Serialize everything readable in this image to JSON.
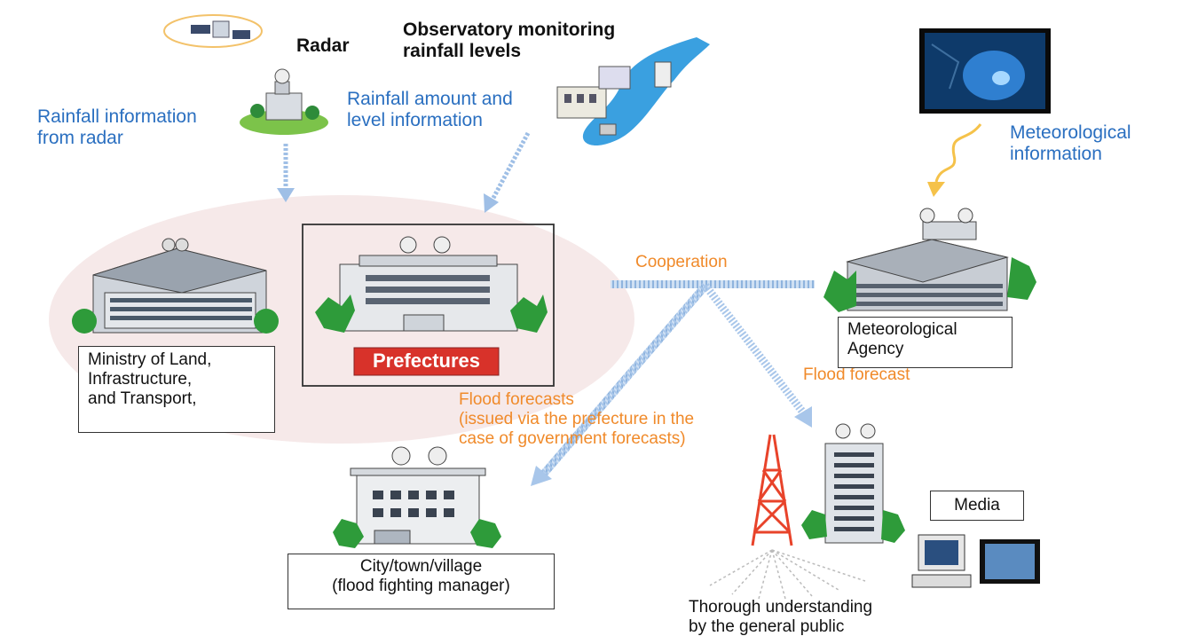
{
  "labels": {
    "radar": "Radar",
    "observatory": [
      "Observatory monitoring",
      "rainfall levels"
    ],
    "rain_radar": [
      "Rainfall information",
      "from radar"
    ],
    "rain_amount": [
      "Rainfall amount and",
      "level information"
    ],
    "meteo_info": [
      "Meteorological",
      "information"
    ],
    "cooperation": "Cooperation",
    "flood_forecast": "Flood forecast",
    "flood_forecasts": [
      "Flood forecasts",
      "(issued via the prefecture in the",
      "case of government forecasts)"
    ],
    "prefectures": "Prefectures",
    "ministry": [
      "Ministry of Land,",
      "Infrastructure,",
      "and Transport,"
    ],
    "met_agency": [
      "Meteorological",
      "Agency"
    ],
    "city": [
      "City/town/village",
      "(flood fighting manager)"
    ],
    "media": "Media",
    "public": [
      "Thorough understanding",
      "by the general public"
    ]
  },
  "colors": {
    "blue_text": "#2a6fc0",
    "orange_text": "#f08a2a",
    "prefecture_red": "#d8322a",
    "ellipse": "#f5e8e8",
    "arrow": "#a9c6e8",
    "tree": "#2e9b3a",
    "tower": "#e8432a"
  }
}
